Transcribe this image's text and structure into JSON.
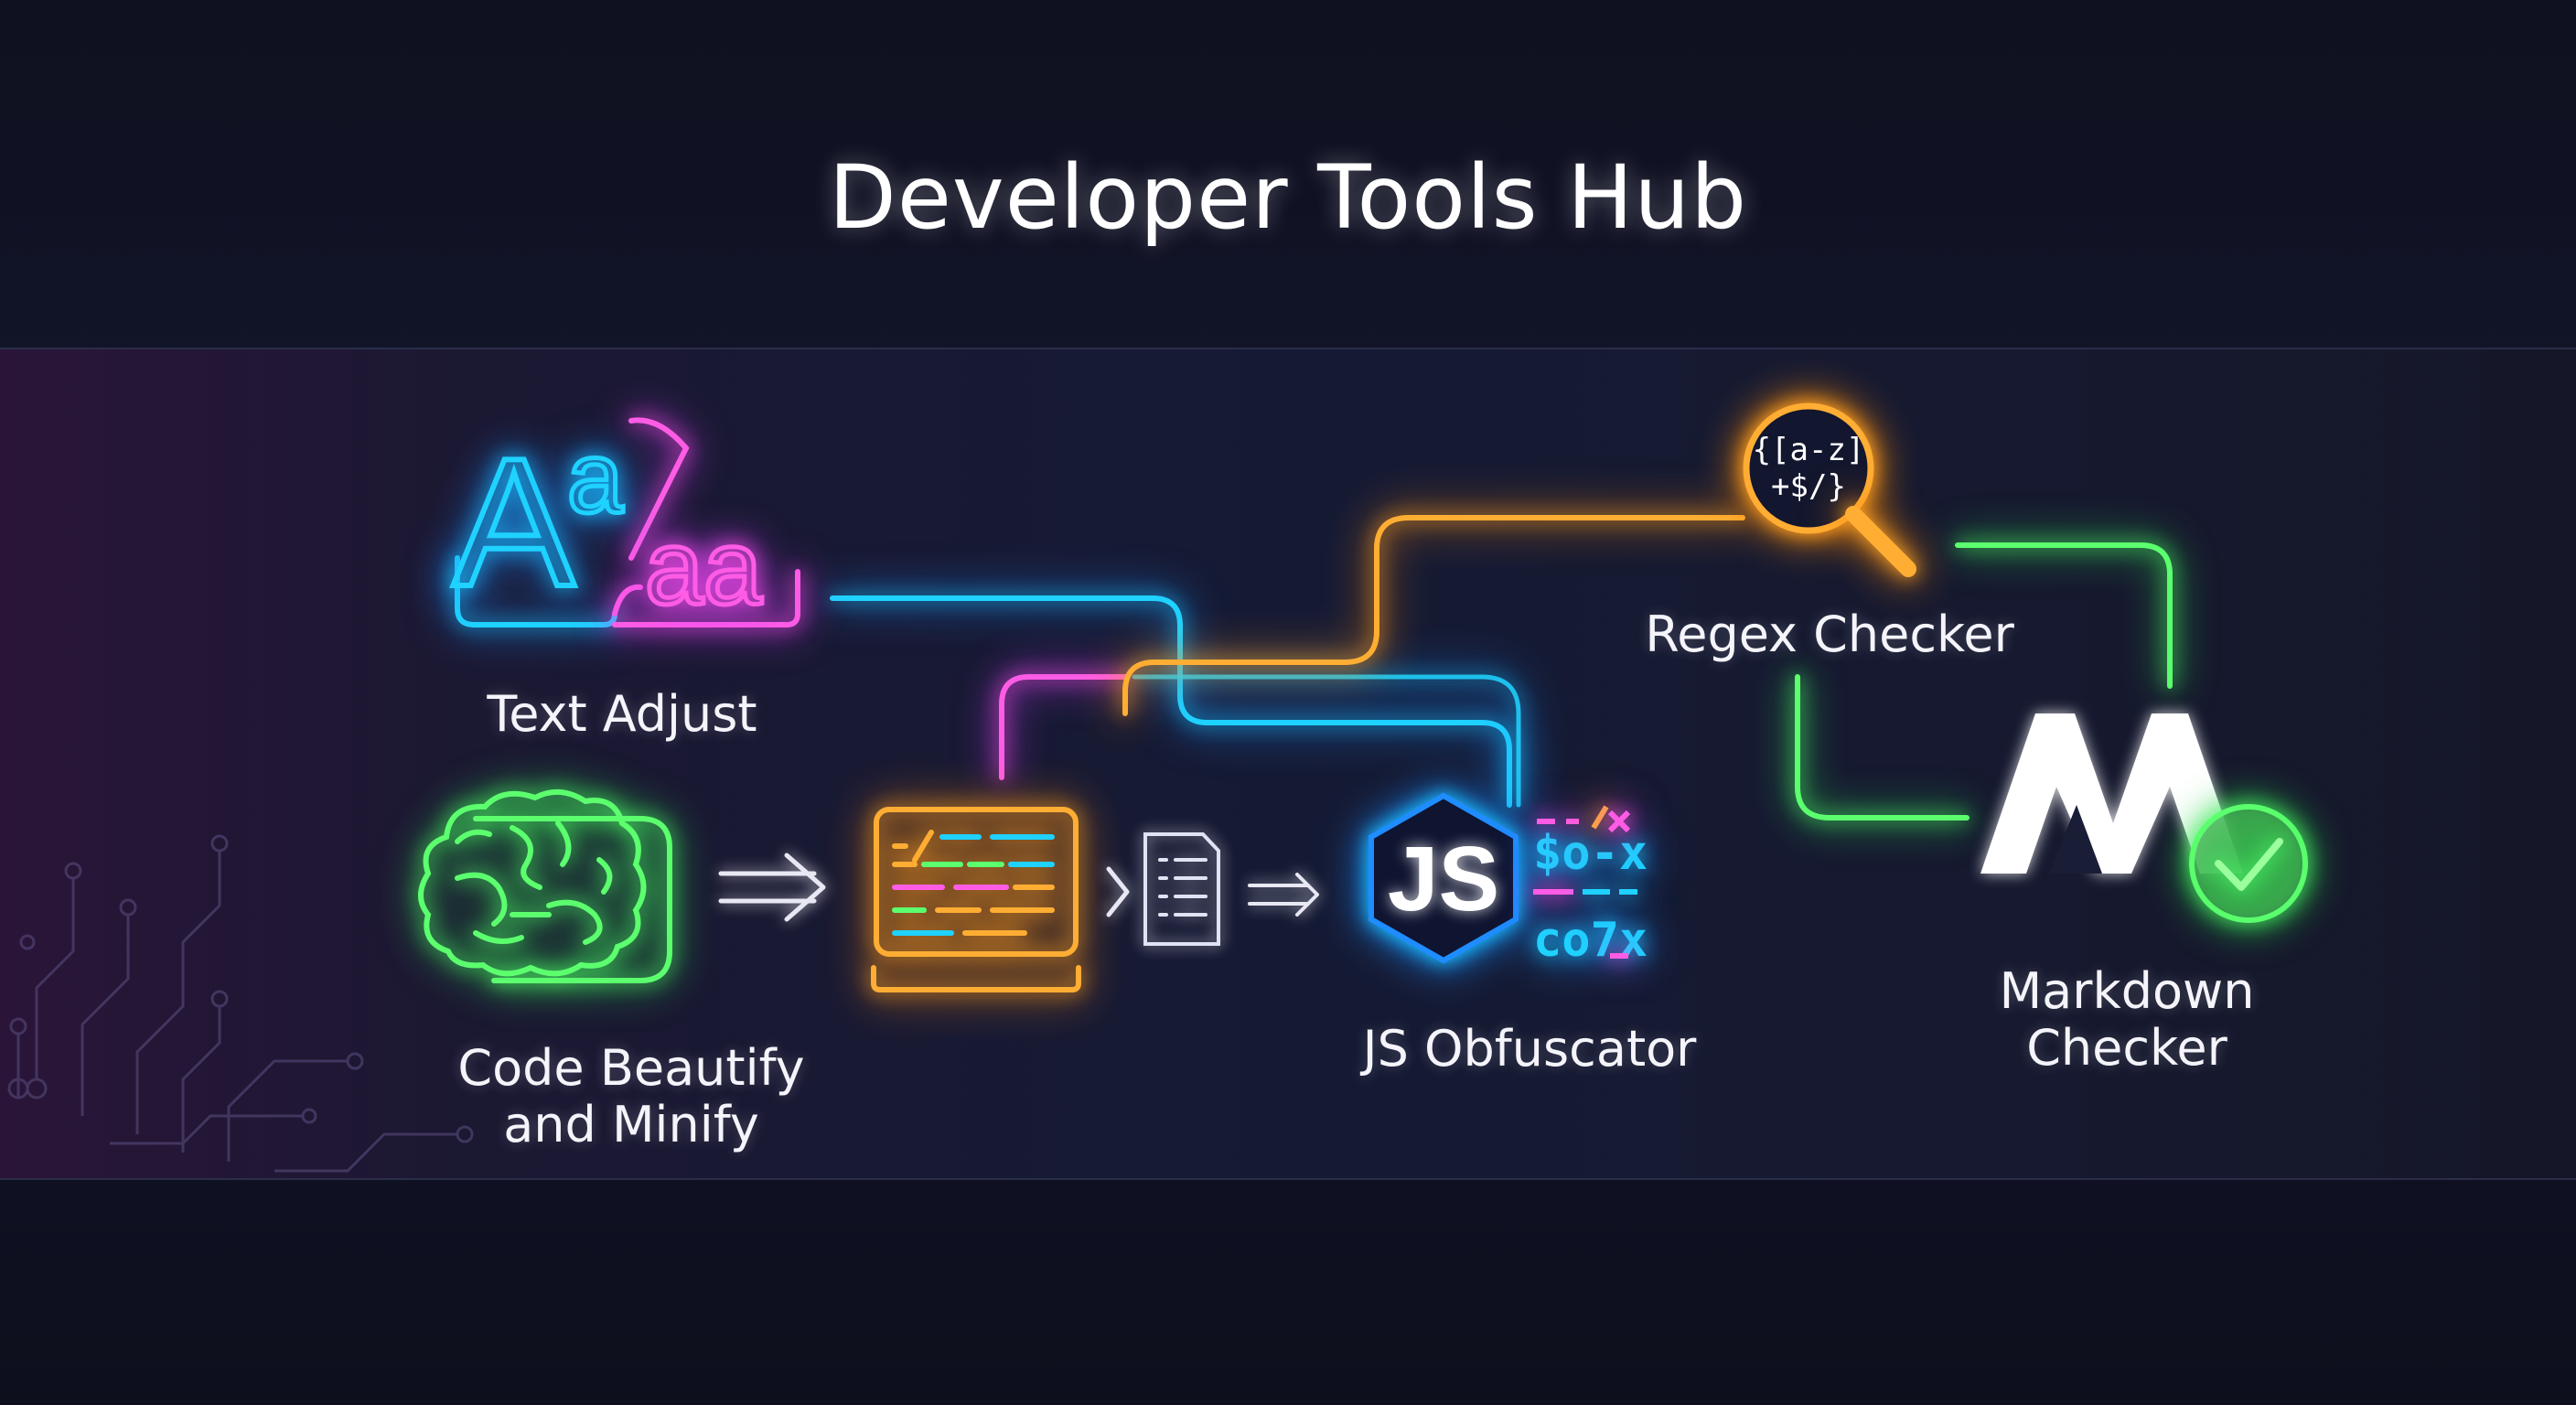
{
  "title": "Developer Tools Hub",
  "tools": {
    "text_adjust": {
      "label": "Text Adjust",
      "glyph_big": "A",
      "glyph_small": "a",
      "glyph_pair": "aa"
    },
    "code_beautify": {
      "label_line1": "Code Beautify",
      "label_line2": "and Minify"
    },
    "js_obfuscator": {
      "label": "JS Obfuscator",
      "badge": "JS",
      "scramble_1": "$o-x",
      "scramble_2": "co7x"
    },
    "regex_checker": {
      "label": "Regex Checker",
      "pattern_1": "{[a-z]",
      "pattern_2": "+$/}"
    },
    "markdown_checker": {
      "label_line1": "Markdown",
      "label_line2": "Checker"
    }
  },
  "icons": [
    "text-adjust-icon",
    "brain-icon",
    "arrow-right-icon",
    "laptop-code-icon",
    "document-icon",
    "js-hexagon-icon",
    "magnifier-icon",
    "markdown-icon",
    "check-circle-icon"
  ],
  "colors": {
    "cyan": "#1fd2ff",
    "pink": "#ff5ce6",
    "green": "#5cff6e",
    "orange": "#ffad33",
    "white": "#ffffff"
  }
}
